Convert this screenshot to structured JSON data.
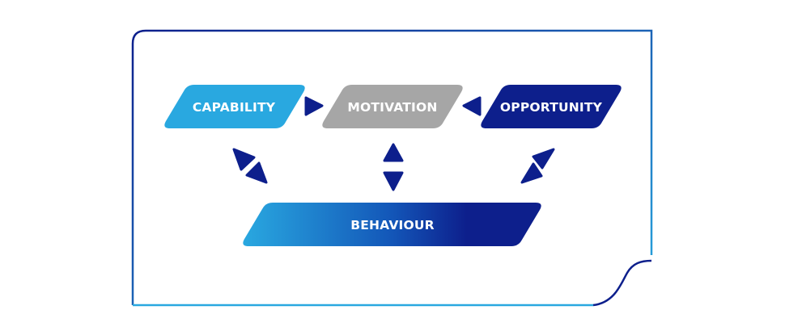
{
  "diagram": {
    "nodes": {
      "capability": "CAPABILITY",
      "motivation": "MOTIVATION",
      "opportunity": "OPPORTUNITY",
      "behaviour": "BEHAVIOUR"
    },
    "colors": {
      "frame_dark": "#0d1f8c",
      "frame_light": "#29a8e0",
      "capability": "#29a8e0",
      "motivation": "#a6a6a6",
      "opportunity": "#0d1f8c",
      "arrow": "#0d1f8c",
      "text": "#ffffff"
    }
  }
}
